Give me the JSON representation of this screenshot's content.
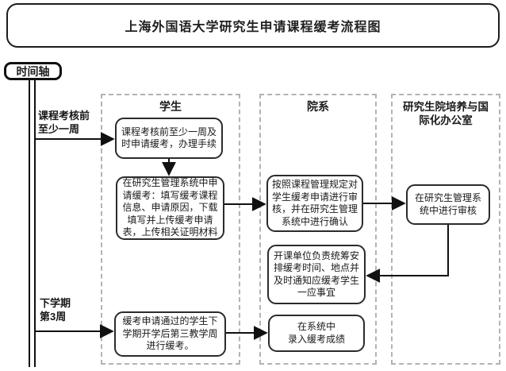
{
  "title": "上海外国语大学研究生申请课程缓考流程图",
  "timeline": {
    "axis_label": "时间轴",
    "milestones": {
      "before_exam": "课程考核前\n至少一周",
      "week3": "下学期\n第3周"
    }
  },
  "lanes": {
    "student": "学生",
    "department": "院系",
    "grad_office": "研究生院培养与国\n际化办公室"
  },
  "nodes": {
    "student_apply": "课程考核前至少一周及时申请缓考，办理手续",
    "student_system_apply": "在研究生管理系统中申请缓考：填写缓考课程信息、申请原因，下载填写并上传缓考申请表，上传相关证明材料",
    "student_take_exam": "缓考申请通过的学生下学期开学后第三教学周进行缓考。",
    "dept_review": "按照课程管理规定对学生缓考申请进行审核，并在研究生管理系统中进行确认",
    "dept_arrange": "开课单位负责统筹安排缓考时间、地点并及时通知应缓考学生一应事宜",
    "dept_record_grade": "在系统中\n录入缓考成绩",
    "grad_office_review": "在研究生管理系统中进行审核"
  },
  "colors": {
    "connector_line": "#111111",
    "node_border": "#2b2b2b",
    "lane_dashed_border": "#b3b3b3",
    "text": "#1d1d1d",
    "background": "#ffffff"
  }
}
